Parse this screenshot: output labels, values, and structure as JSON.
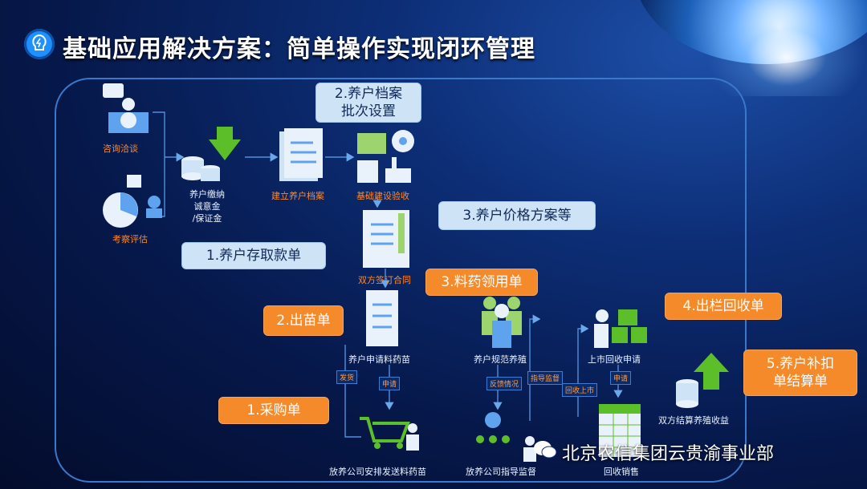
{
  "title": "基础应用解决方案：简单操作实现闭环管理",
  "nodes": {
    "consult": "咨询洽谈",
    "evaluate": "考察评估",
    "deposit": [
      "养户缴纳",
      "诚意金",
      "/保证金"
    ],
    "archive": "建立养户档案",
    "infra": "基础建设验收",
    "contract": "双方签订合同",
    "apply": "养户申请料药苗",
    "farming": "养户规范养殖",
    "market_apply": "上市回收申请",
    "settle_income": "双方结算养殖收益",
    "deliver": "放养公司安排发送料药苗",
    "guide": "放养公司指导监督",
    "recycle_sale": "回收销售"
  },
  "callouts": {
    "archive_setup": [
      "2.养户档案",
      "批次设置"
    ],
    "deposit_slip": "1.养户存取款单",
    "price_plan": "3.养户价格方案等",
    "seedling_out": "2.出苗单",
    "medicine_slip": "3.料药领用单",
    "pen_recycle": "4.出栏回收单",
    "purchase": "1.采购单",
    "settlement": [
      "5.养户补扣",
      "单结算单"
    ]
  },
  "tags": {
    "send": "发货",
    "apply": "申请",
    "feedback": "反馈情况",
    "guide": "指导监督",
    "recycle_market": "回收上市",
    "apply2": "申请"
  },
  "watermark": "北京农信集团云贵渝事业部",
  "colors": {
    "accent_blue": "#1e90ff",
    "orange": "#f58a2a",
    "green": "#5cbf2a"
  }
}
